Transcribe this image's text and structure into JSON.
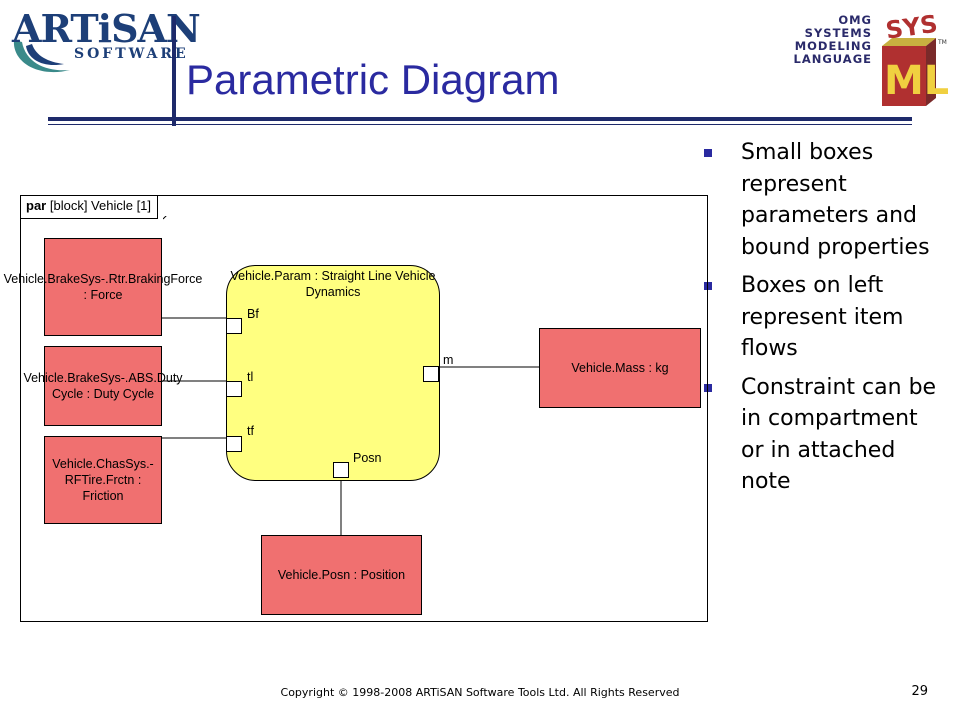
{
  "header": {
    "title": "Parametric Diagram",
    "artisan_logo": {
      "main": "ARTiSAN",
      "sub": "SOFTWARE"
    },
    "sysml_logo": {
      "line1": "OMG",
      "line2": "SYSTEMS",
      "line3": "MODELING",
      "line4": "LANGUAGE",
      "mark_top": "SYS",
      "mark_big": "ML",
      "tm": "TM"
    }
  },
  "bullets": [
    "Small boxes represent parameters and bound properties",
    "Boxes on left represent item flows",
    "Constraint can be in compartment or in attached note"
  ],
  "diagram": {
    "frame_keyword": "par",
    "frame_label": "[block] Vehicle [1]",
    "parts": {
      "braking_force": "Vehicle.BrakeSys-.Rtr.BrakingForce : Force",
      "duty_cycle": "Vehicle.BrakeSys-.ABS.Duty Cycle : Duty Cycle",
      "friction": "Vehicle.ChasSys.-RFTire.Frctn : Friction",
      "mass": "Vehicle.Mass : kg",
      "position": "Vehicle.Posn : Position"
    },
    "constraint": {
      "label": "Vehicle.Param : Straight Line Vehicle Dynamics",
      "ports": {
        "bf": "Bf",
        "tl": "tl",
        "tf": "tf",
        "m": "m",
        "posn": "Posn"
      }
    },
    "colors": {
      "part_fill": "#f07070",
      "constraint_fill": "#ffff80"
    }
  },
  "footer": {
    "copyright": "Copyright © 1998-2008 ARTiSAN Software Tools Ltd. All Rights Reserved",
    "page_number": "29"
  }
}
